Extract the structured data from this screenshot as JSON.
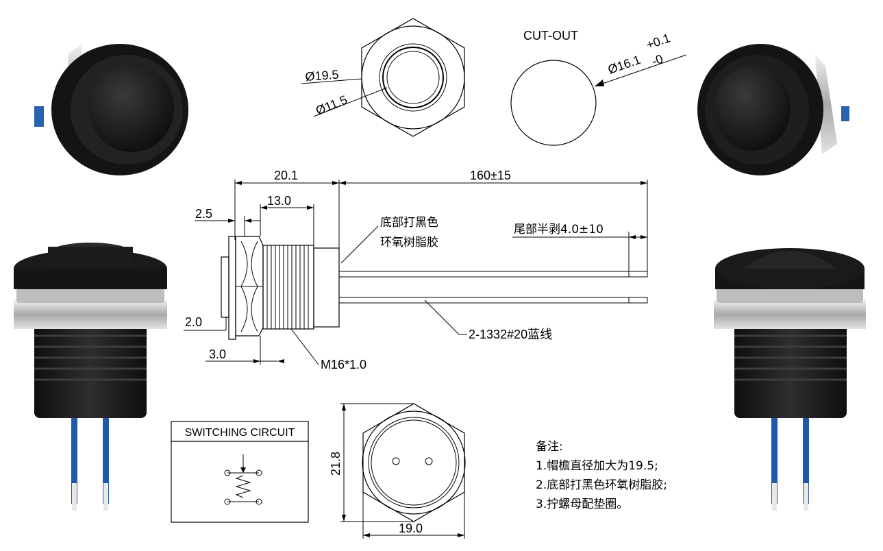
{
  "top_view": {
    "outer_dia": "Ø19.5",
    "inner_dia": "Ø11.5"
  },
  "cutout": {
    "title": "CUT-OUT",
    "dia": "Ø16.1",
    "tol_plus": "+0.1",
    "tol_minus": "-0"
  },
  "side_view": {
    "len_body": "20.1",
    "len_wire": "160±15",
    "len_thread": "13.0",
    "len_head": "2.5",
    "head_h": "2.0",
    "nut_w": "3.0",
    "thread": "M16*1.0",
    "epoxy_line1": "底部打黑色",
    "epoxy_line2": "环氧树脂胶",
    "strip": "尾部半剥4.0±10",
    "wire": "2-1332#20蓝线"
  },
  "circuit": {
    "title": "SWITCHING CIRCUIT"
  },
  "bottom_view": {
    "height": "21.8",
    "width": "19.0"
  },
  "notes": {
    "title": "备注:",
    "items": [
      "1.帽檐直径加大为19.5;",
      "2.底部打黑色环氧树脂胶;",
      "3.拧螺母配垫圈。"
    ]
  },
  "colors": {
    "body": "#1c1c1c",
    "metal": "#c8c8c8",
    "wire": "#1f5aa8"
  }
}
